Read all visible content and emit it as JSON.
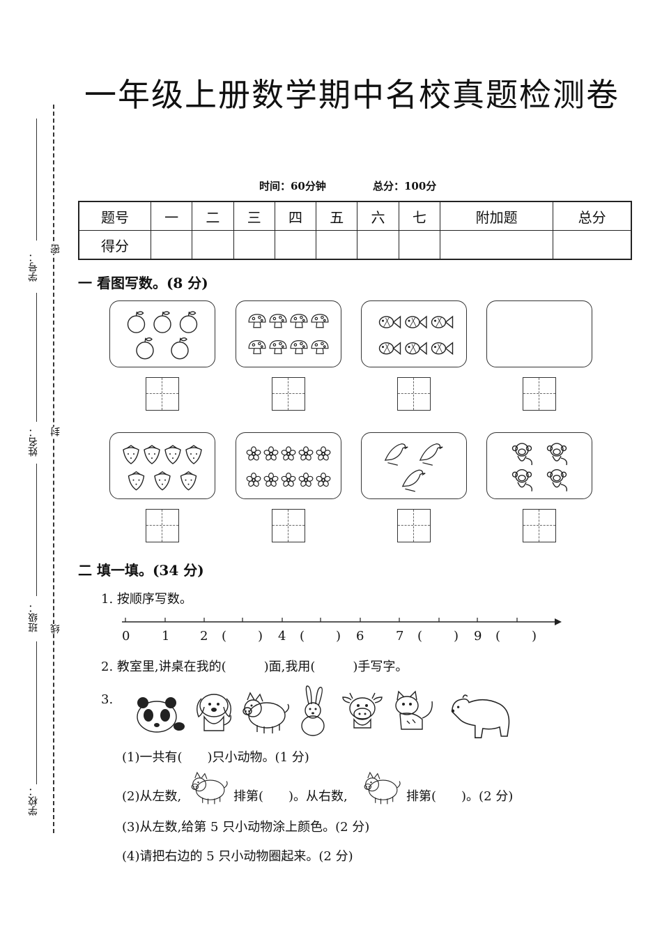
{
  "title": "一年级上册数学期中名校真题检测卷",
  "meta": {
    "time": "时间：60分钟",
    "total": "总分：100分"
  },
  "score_table": {
    "header": [
      "题号",
      "一",
      "二",
      "三",
      "四",
      "五",
      "六",
      "七",
      "附加题",
      "总分"
    ],
    "row_label": "得分"
  },
  "sidebar": {
    "labels": [
      "学号：",
      "姓名：",
      "班级：",
      "学校："
    ],
    "seal": [
      "密",
      "封",
      "线"
    ]
  },
  "section1": {
    "heading": "一  看图写数。(8 分)",
    "pictures": [
      {
        "name": "apples",
        "count": 5
      },
      {
        "name": "mushrooms",
        "count": 8
      },
      {
        "name": "fish",
        "count": 6
      },
      {
        "name": "empty",
        "count": 0
      },
      {
        "name": "strawberries",
        "count": 7
      },
      {
        "name": "flowers",
        "count": 10
      },
      {
        "name": "birds",
        "count": 3
      },
      {
        "name": "monkeys",
        "count": 4
      }
    ]
  },
  "section2": {
    "heading": "二  填一填。(34 分)",
    "q1": "1. 按顺序写数。",
    "numberline": [
      "0",
      "1",
      "2",
      "(",
      "　",
      ")",
      "4",
      "(",
      "　",
      ")",
      "6",
      "7",
      "(",
      "　",
      ")",
      "9",
      "(",
      "　",
      ")"
    ],
    "q2": "2. 教室里,讲桌在我的(　　　)面,我用(　　　)手写字。",
    "q3_label": "3.",
    "animals": [
      "panda",
      "dog",
      "pig",
      "rabbit",
      "cow",
      "cat",
      "bear"
    ],
    "q3_1": "(1)一共有(　　)只小动物。(1 分)",
    "q3_2a": "(2)从左数,",
    "q3_2b": "排第(　　)。从右数,",
    "q3_2c": "排第(　　)。(2 分)",
    "q3_3": "(3)从左数,给第 5 只小动物涂上颜色。(2 分)",
    "q3_4": "(4)请把右边的 5 只小动物圈起来。(2 分)"
  }
}
